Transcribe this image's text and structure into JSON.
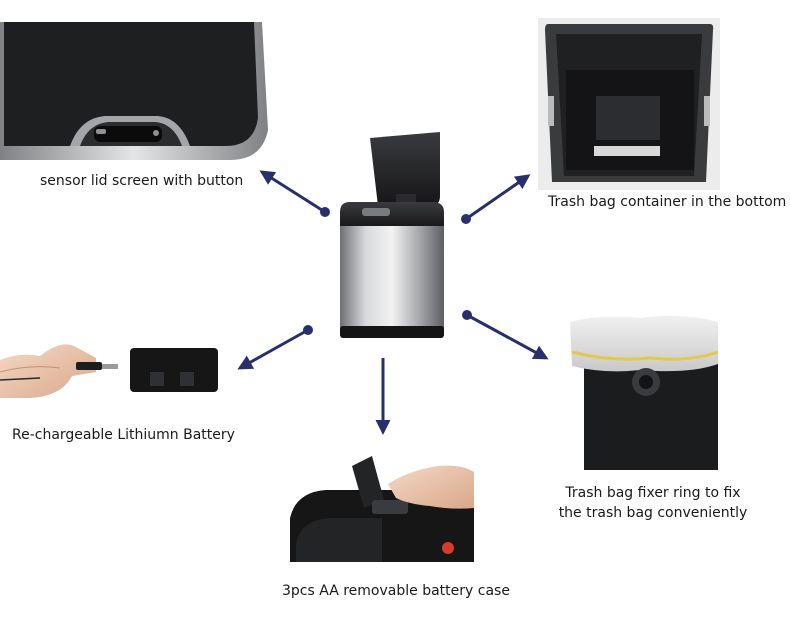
{
  "captions": {
    "sensor_lid": "sensor lid screen with button",
    "trash_container": "Trash bag container in the bottom",
    "battery": "Re-chargeable Lithiumn Battery",
    "fixer_line1": "Trash bag fixer ring to fix",
    "fixer_line2": "the trash bag conveniently",
    "battery_case": "3pcs AA removable battery case"
  },
  "colors": {
    "arrow": "#27306b",
    "steel": "#c8c9cb",
    "black": "#141414"
  }
}
